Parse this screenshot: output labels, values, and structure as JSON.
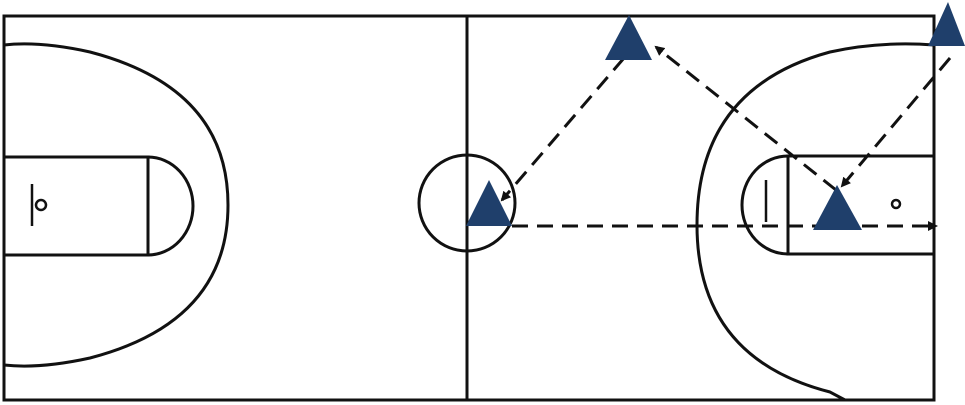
{
  "colors": {
    "court_line": "#111111",
    "player": "#1f3f6b",
    "background": "#ffffff"
  },
  "players": [
    {
      "id": "player-center-circle",
      "shape": "triangle"
    },
    {
      "id": "player-top-wing",
      "shape": "triangle"
    },
    {
      "id": "player-top-right-corner",
      "shape": "triangle"
    },
    {
      "id": "player-paint",
      "shape": "triangle"
    }
  ],
  "passes": [
    {
      "from": "player-top-wing",
      "to": "player-center-circle",
      "style": "dashed-arrow"
    },
    {
      "from": "player-paint",
      "to": "player-top-wing",
      "style": "dashed-arrow"
    },
    {
      "from": "player-top-right-corner",
      "to": "player-paint",
      "style": "dashed-arrow"
    },
    {
      "from": "player-center-circle",
      "to": "right-baseline",
      "style": "dashed-arrow"
    }
  ]
}
